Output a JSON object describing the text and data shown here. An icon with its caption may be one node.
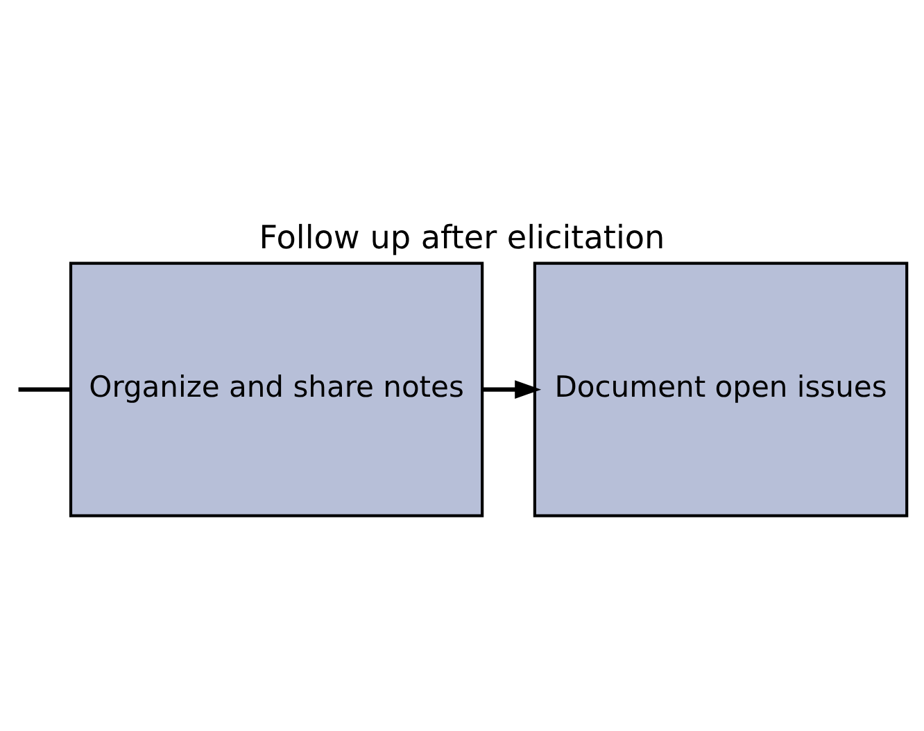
{
  "diagram": {
    "title": "Follow up after elicitation",
    "nodes": [
      {
        "text": [
          "Organize and share notes"
        ]
      },
      {
        "text": [
          "Document open issues"
        ]
      }
    ],
    "edges": [
      {
        "from": null,
        "to": 0,
        "arrow": "none"
      },
      {
        "from": 0,
        "to": 1,
        "arrow": "to"
      }
    ]
  }
}
